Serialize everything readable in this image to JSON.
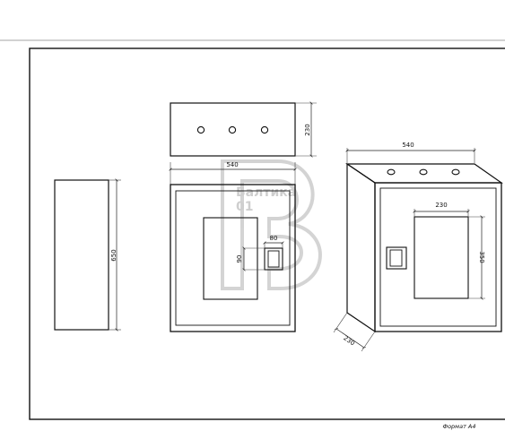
{
  "dimensions": {
    "top_view_depth": "230",
    "front_width": "540",
    "side_height": "650",
    "handle_width": "80",
    "handle_height": "90",
    "iso_width": "540",
    "iso_window_width": "230",
    "iso_window_height": "350",
    "iso_depth": "230"
  },
  "watermark": {
    "line1": "Балтика",
    "line2": "01",
    "letter": "B"
  },
  "sheet": {
    "format_label": "Формат А4"
  }
}
